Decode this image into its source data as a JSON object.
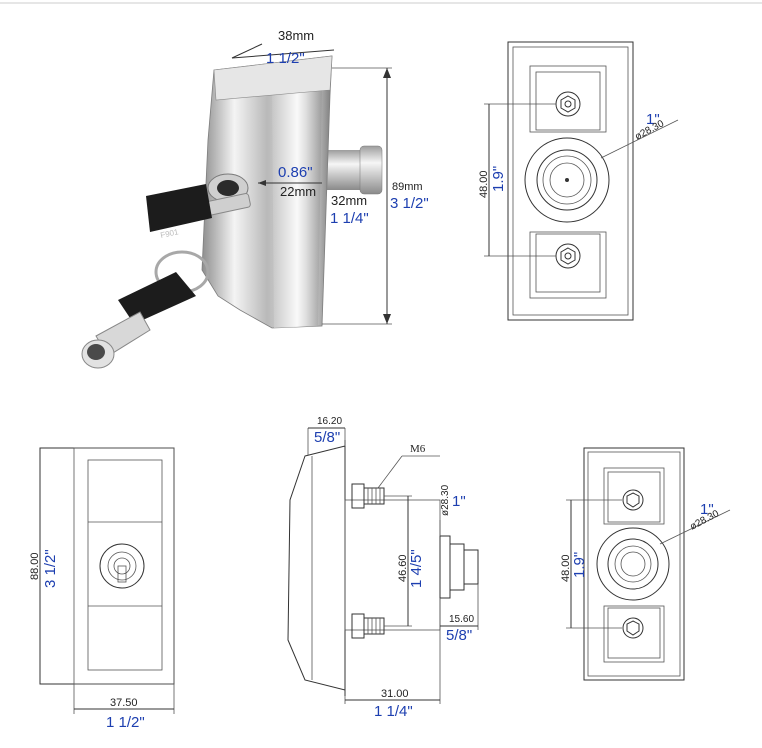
{
  "photo_view": {
    "width_mm": "38mm",
    "width_in": "1 1/2\"",
    "height_mm": "89mm",
    "height_in": "3 1/2\"",
    "cylinder_in": "0.86\"",
    "cylinder_mm": "22mm",
    "shaft_mm": "32mm",
    "shaft_in": "1 1/4\""
  },
  "top_right_view": {
    "spacing_mm": "48.00",
    "spacing_in": "1.9\"",
    "hole_in": "1\"",
    "hole_mm": "ø28.30"
  },
  "front_view": {
    "height_mm": "88.00",
    "height_in": "3 1/2\"",
    "width_mm": "37.50",
    "width_in": "1 1/2\""
  },
  "side_view": {
    "depth_mm": "16.20",
    "depth_in": "5/8\"",
    "thread_label": "M6",
    "hole_mm": "ø28.30",
    "hole_in": "1\"",
    "spacing_mm": "46.60",
    "spacing_in": "1 4/5\"",
    "shaft_mm": "15.60",
    "shaft_in": "5/8\"",
    "total_mm": "31.00",
    "total_in": "1 1/4\""
  },
  "bottom_right_view": {
    "spacing_mm": "48.00",
    "spacing_in": "1.9\"",
    "hole_in": "1\"",
    "hole_mm": "ø28.30"
  }
}
